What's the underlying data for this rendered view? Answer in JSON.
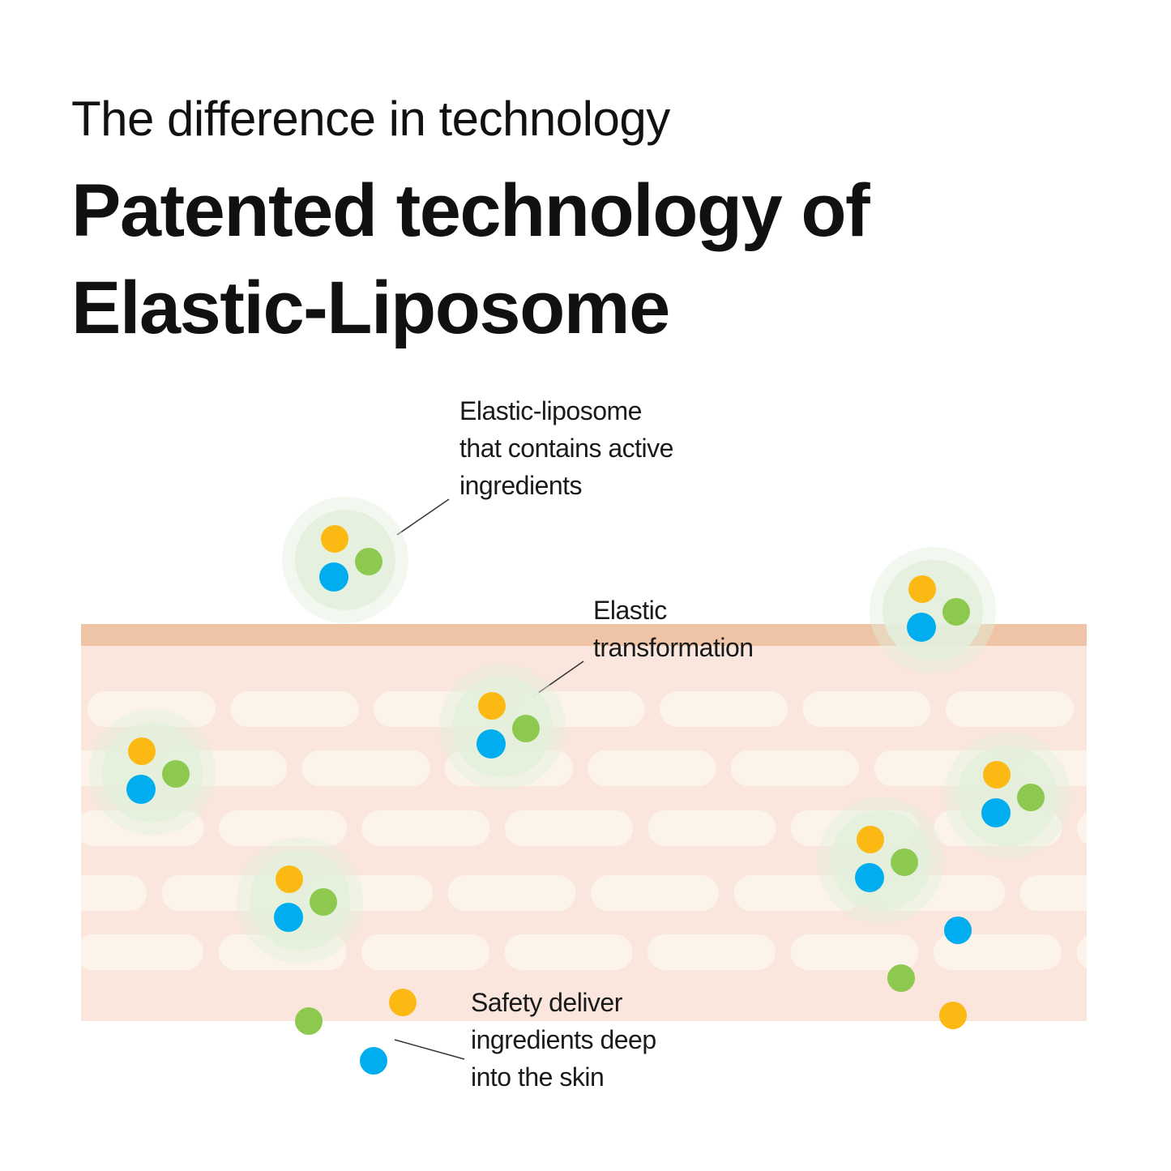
{
  "header": {
    "subtitle": "The difference in technology",
    "title_line1": "Patented technology of",
    "title_line2": "Elastic-Liposome"
  },
  "labels": {
    "liposome": [
      "Elastic-liposome",
      "that contains active",
      "ingredients"
    ],
    "transformation": [
      "Elastic",
      "transformation"
    ],
    "delivery": [
      "Safety deliver",
      "ingredients deep",
      "into the skin"
    ]
  },
  "colors": {
    "skin_surface": "#EFC3A5",
    "skin_body": "#FAE6DC",
    "cell": "#FCF4EA",
    "liposome_halo": "#E3EFDB",
    "yellow": "#FDB913",
    "green": "#8DC94E",
    "blue": "#00AEEF"
  }
}
